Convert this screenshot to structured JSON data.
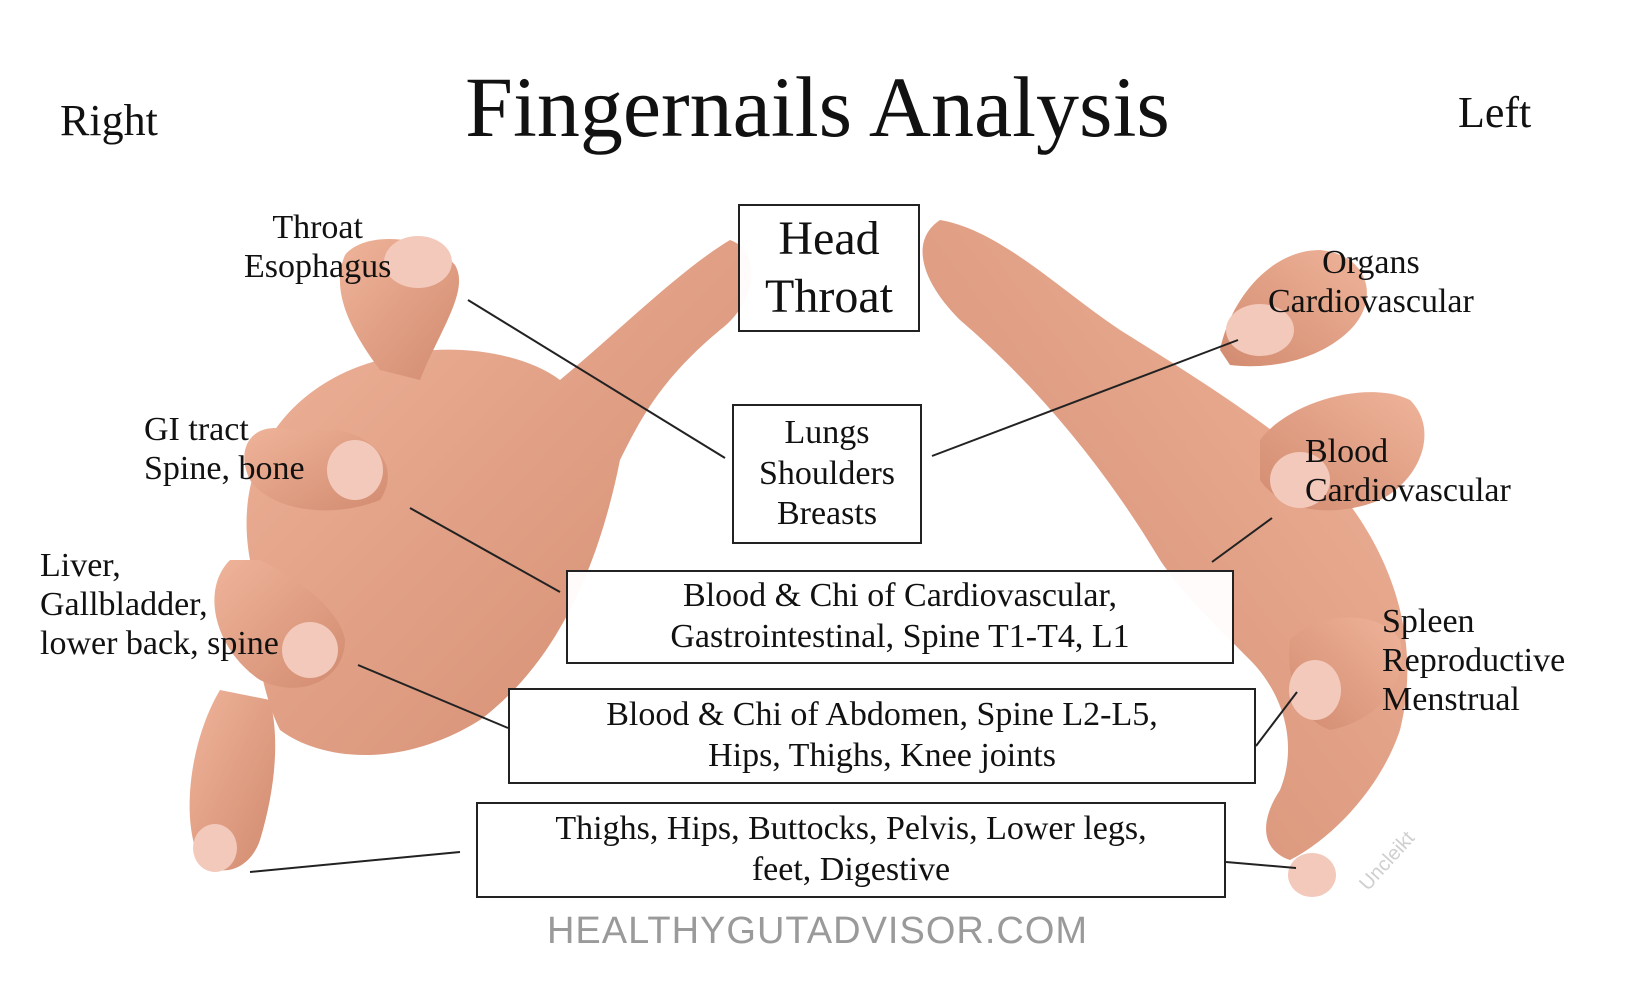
{
  "title": "Fingernails Analysis",
  "side_labels": {
    "right": "Right",
    "left": "Left"
  },
  "finger_labels": {
    "right_thumb": [
      "Throat",
      "Esophagus"
    ],
    "right_index": [
      "GI tract",
      "Spine, bone"
    ],
    "right_middle": [
      "Liver,",
      "Gallbladder,",
      "lower back, spine"
    ],
    "left_thumb": [
      "Organs",
      "Cardiovascular"
    ],
    "left_index": [
      "Blood",
      "Cardiovascular"
    ],
    "left_ring": [
      "Spleen",
      "Reproductive",
      "Menstrual"
    ]
  },
  "boxes": {
    "head": [
      "Head",
      "Throat"
    ],
    "lungs": [
      "Lungs",
      "Shoulders",
      "Breasts"
    ],
    "cardio": [
      "Blood & Chi of Cardiovascular,",
      "Gastrointestinal, Spine T1-T4, L1"
    ],
    "abdomen": [
      "Blood & Chi of Abdomen, Spine L2-L5,",
      "Hips, Thighs, Knee joints"
    ],
    "legs": [
      "Thighs, Hips, Buttocks, Pelvis, Lower legs,",
      "feet, Digestive"
    ]
  },
  "footer": "HEALTHYGUTADVISOR.COM",
  "watermark": "Uncleikt",
  "colors": {
    "skin": "#e7a98e",
    "skin_shadow": "#c97f66",
    "nail": "#f3c9bb",
    "line": "#222222",
    "footer": "#9a9a9a"
  }
}
